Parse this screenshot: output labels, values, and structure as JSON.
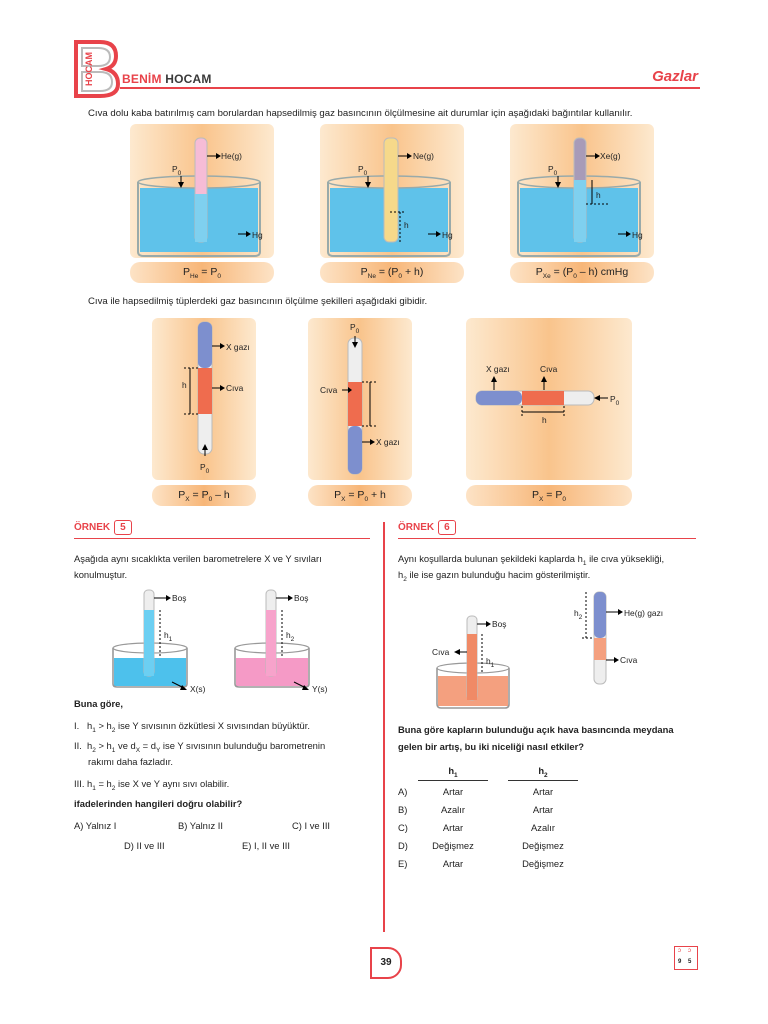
{
  "header": {
    "brand_part1": "BENİM",
    "brand_part2": "HOCAM",
    "logo_text": "HOCAM",
    "chapter": "Gazlar"
  },
  "intro_text": "Cıva dolu kaba batırılmış cam borulardan hapsedilmiş gaz basıncının ölçülmesine ait durumlar için aşağıdaki bağıntılar kullanılır.",
  "row1": [
    {
      "gas_label": "He(g)",
      "p0": "P",
      "hg": "Hg",
      "formula_html": "P<span class='sub'>He</span> = P<span class='sub'>0</span>"
    },
    {
      "gas_label": "Ne(g)",
      "p0": "P",
      "hg": "Hg",
      "h": "h",
      "formula_html": "P<span class='sub'>Ne</span> = (P<span class='sub'>0</span> + h)"
    },
    {
      "gas_label": "Xe(g)",
      "p0": "P",
      "hg": "Hg",
      "h": "h",
      "formula_html": "P<span class='sub'>Xe</span> = (P<span class='sub'>0</span> – h) cmHg"
    }
  ],
  "second_text": "Cıva ile hapsedilmiş tüplerdeki gaz basıncının ölçülme şekilleri aşağıdaki gibidir.",
  "row2": [
    {
      "gas": "X gazı",
      "civa": "Cıva",
      "h": "h",
      "p0": "P",
      "formula_html": "P<span class='sub'>X</span> = P<span class='sub'>0</span> – h"
    },
    {
      "gas": "X gazı",
      "civa": "Cıva",
      "p0": "P",
      "formula_html": "P<span class='sub'>X</span> = P<span class='sub'>0</span> + h"
    },
    {
      "gas": "X gazı",
      "civa": "Cıva",
      "h": "h",
      "p0": "P",
      "formula_html": "P<span class='sub'>X</span> = P<span class='sub'>0</span>"
    }
  ],
  "ornek5": {
    "label": "ÖRNEK",
    "num": "5",
    "question": "Aşağıda aynı sıcaklıkta verilen barometrelere X ve Y sıvıları konulmuştur.",
    "bos1": "Boş",
    "bos2": "Boş",
    "h1": "h",
    "h2": "h",
    "xs": "X(s)",
    "ys": "Y(s)",
    "buna_gore": "Buna göre,",
    "stmt1_html": "I.&nbsp;&nbsp;&nbsp;h<span class='sub'>1</span> &gt; h<span class='sub'>2</span> ise Y sıvısının özkütlesi X sıvısından büyüktür.",
    "stmt2a_html": "II.&nbsp;&nbsp;h<span class='sub'>2</span> &gt; h<span class='sub'>1</span> ve d<span class='sub'>X</span> = d<span class='sub'>Y</span> ise Y sıvısının bulunduğu barometrenin",
    "stmt2b": "rakımı daha fazladır.",
    "stmt3_html": "III. h<span class='sub'>1</span> = h<span class='sub'>2</span> ise X ve Y aynı sıvı olabilir.",
    "ask": "ifadelerinden hangileri doğru olabilir?",
    "opt_a": "A) Yalnız I",
    "opt_b": "B) Yalnız II",
    "opt_c": "C) I ve III",
    "opt_d": "D) II ve III",
    "opt_e": "E) I, II ve III"
  },
  "ornek6": {
    "label": "ÖRNEK",
    "num": "6",
    "q_html": "Aynı koşullarda bulunan şekildeki kaplarda h<span class='sub'>1</span> ile cıva yüksekliği,",
    "q2_html": "h<span class='sub'>2</span> ile ise gazın bulunduğu hacim gösterilmiştir.",
    "bos": "Boş",
    "civa_left": "Cıva",
    "h1": "h",
    "h2": "h",
    "he_gas": "He(g) gazı",
    "civa_right": "Cıva",
    "ask1": "Buna göre kapların bulunduğu açık hava basıncında meydana",
    "ask2": "gelen bir artış, bu iki niceliği nasıl etkiler?",
    "col1_html": "h<span class='sub'>1</span>",
    "col2_html": "h<span class='sub'>2</span>",
    "rows": [
      {
        "opt": "A)",
        "h1": "Artar",
        "h2": "Artar"
      },
      {
        "opt": "B)",
        "h1": "Azalır",
        "h2": "Artar"
      },
      {
        "opt": "C)",
        "h1": "Artar",
        "h2": "Azalır"
      },
      {
        "opt": "D)",
        "h1": "Değişmez",
        "h2": "Değişmez"
      },
      {
        "opt": "E)",
        "h1": "Artar",
        "h2": "Değişmez"
      }
    ]
  },
  "footer": {
    "page": "39",
    "corner_tl": "ɔ",
    "corner_tr": "ɔ",
    "corner_bl": "9",
    "corner_br": "5"
  }
}
